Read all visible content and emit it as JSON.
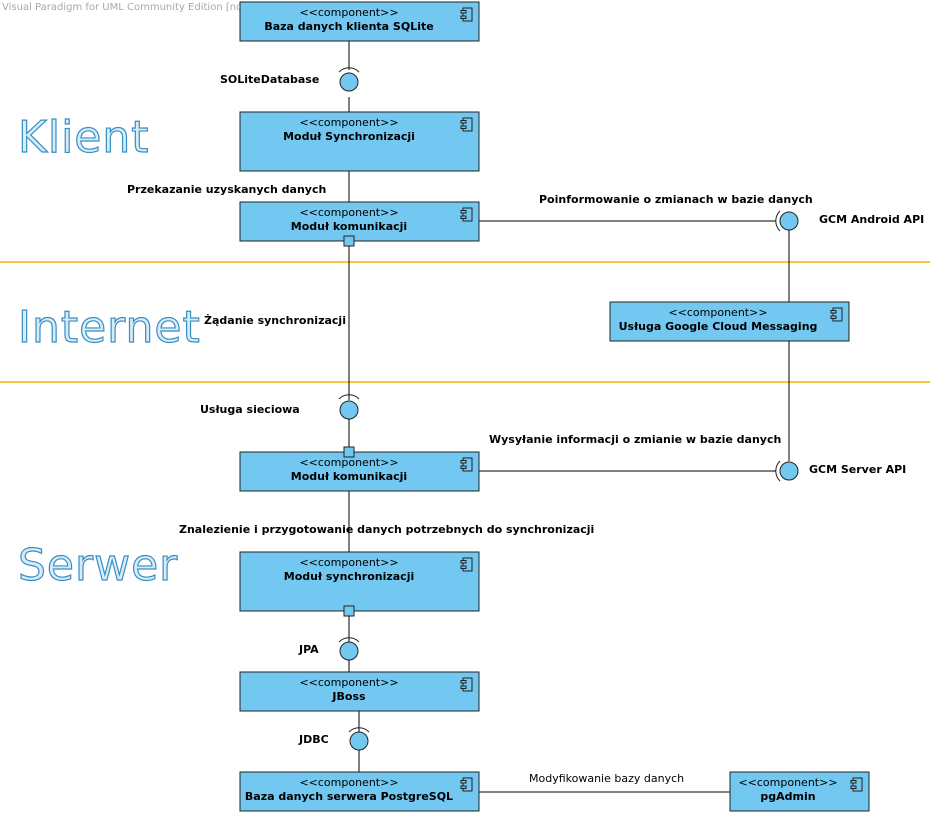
{
  "watermark": "Visual Paradigm for UML Community Edition [not for commercial use]",
  "zones": {
    "client": "Klient",
    "internet": "Internet",
    "server": "Serwer"
  },
  "stereotype": "<<component>>",
  "components": {
    "sqlite": "Baza danych klienta SQLite",
    "sync_client": "Moduł Synchronizacji",
    "comm_client": "Moduł komunikacji",
    "gcm_service": "Usługa Google Cloud Messaging",
    "comm_server": "Moduł komunikacji",
    "sync_server": "Moduł synchronizacji",
    "jboss": "JBoss",
    "postgres": "Baza danych serwera PostgreSQL",
    "pgadmin": "pgAdmin"
  },
  "interfaces": {
    "sqlite_db": "SOLiteDatabase",
    "gcm_android": "GCM Android API",
    "web_service": "Usługa sieciowa",
    "gcm_server": "GCM Server API",
    "jpa": "JPA",
    "jdbc": "JDBC"
  },
  "labels": {
    "transfer": "Przekazanie uzyskanych danych",
    "notify": "Poinformowanie o zmianach w bazie danych",
    "sync_request": "Żądanie synchronizacji",
    "send_info": "Wysyłanie informacji o zmianie w bazie danych",
    "find_prepare": "Znalezienie i przygotowanie danych potrzebnych do synchronizacji",
    "modify_db": "Modyfikowanie bazy danych"
  },
  "colors": {
    "component_fill": "#72c8f0",
    "band_line": "#f5c93b",
    "zone_text_stroke": "#3a8ec2"
  }
}
